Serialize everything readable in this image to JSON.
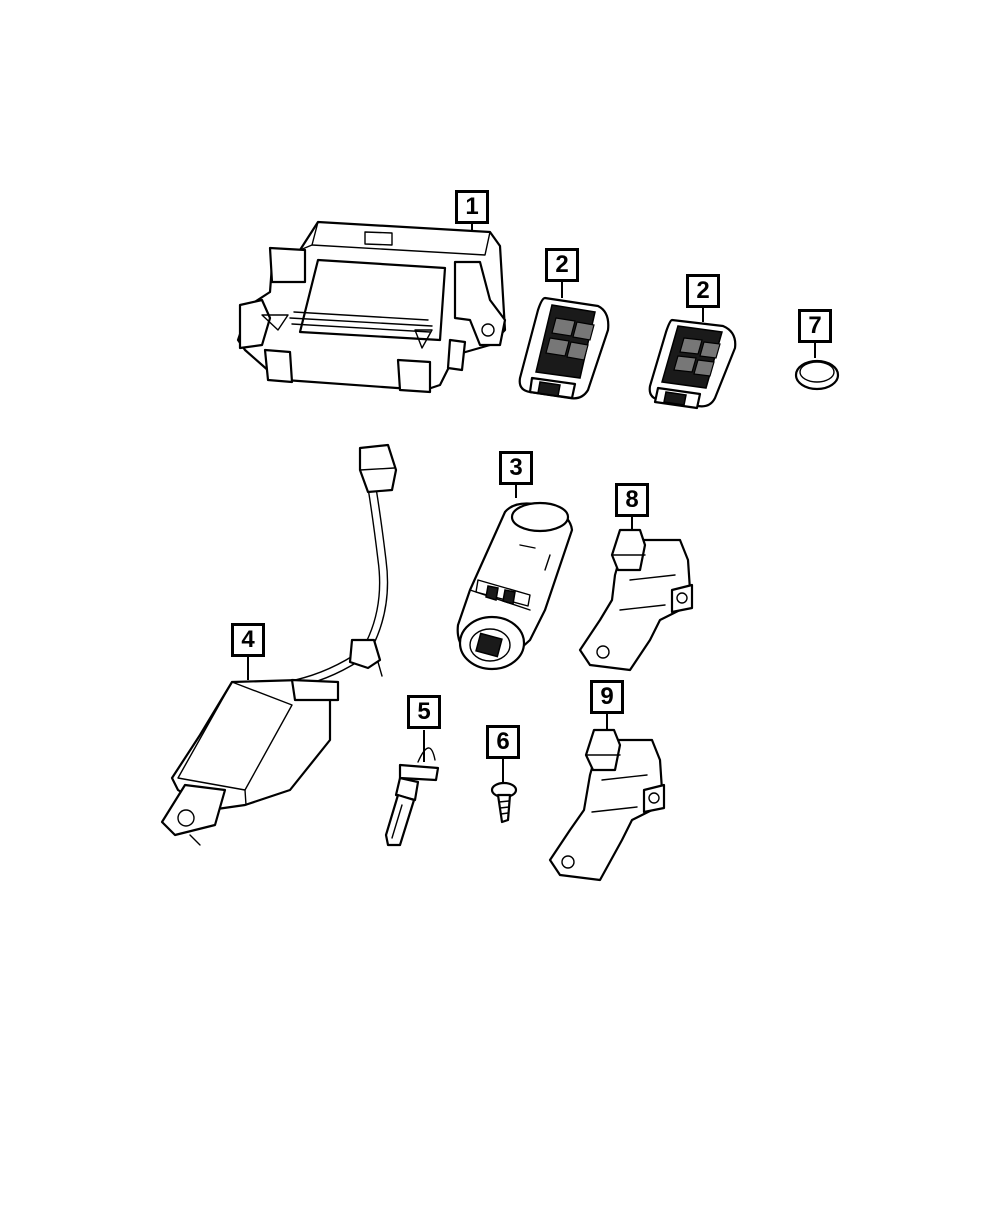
{
  "diagram": {
    "callouts": [
      {
        "id": "1",
        "part": "module"
      },
      {
        "id": "2",
        "part": "key-fob-a"
      },
      {
        "id": "2",
        "part": "key-fob-b"
      },
      {
        "id": "7",
        "part": "coin-battery"
      },
      {
        "id": "3",
        "part": "ignition-switch"
      },
      {
        "id": "8",
        "part": "antenna-a"
      },
      {
        "id": "4",
        "part": "receiver-module"
      },
      {
        "id": "5",
        "part": "key-blade"
      },
      {
        "id": "6",
        "part": "screw"
      },
      {
        "id": "9",
        "part": "antenna-b"
      }
    ]
  }
}
